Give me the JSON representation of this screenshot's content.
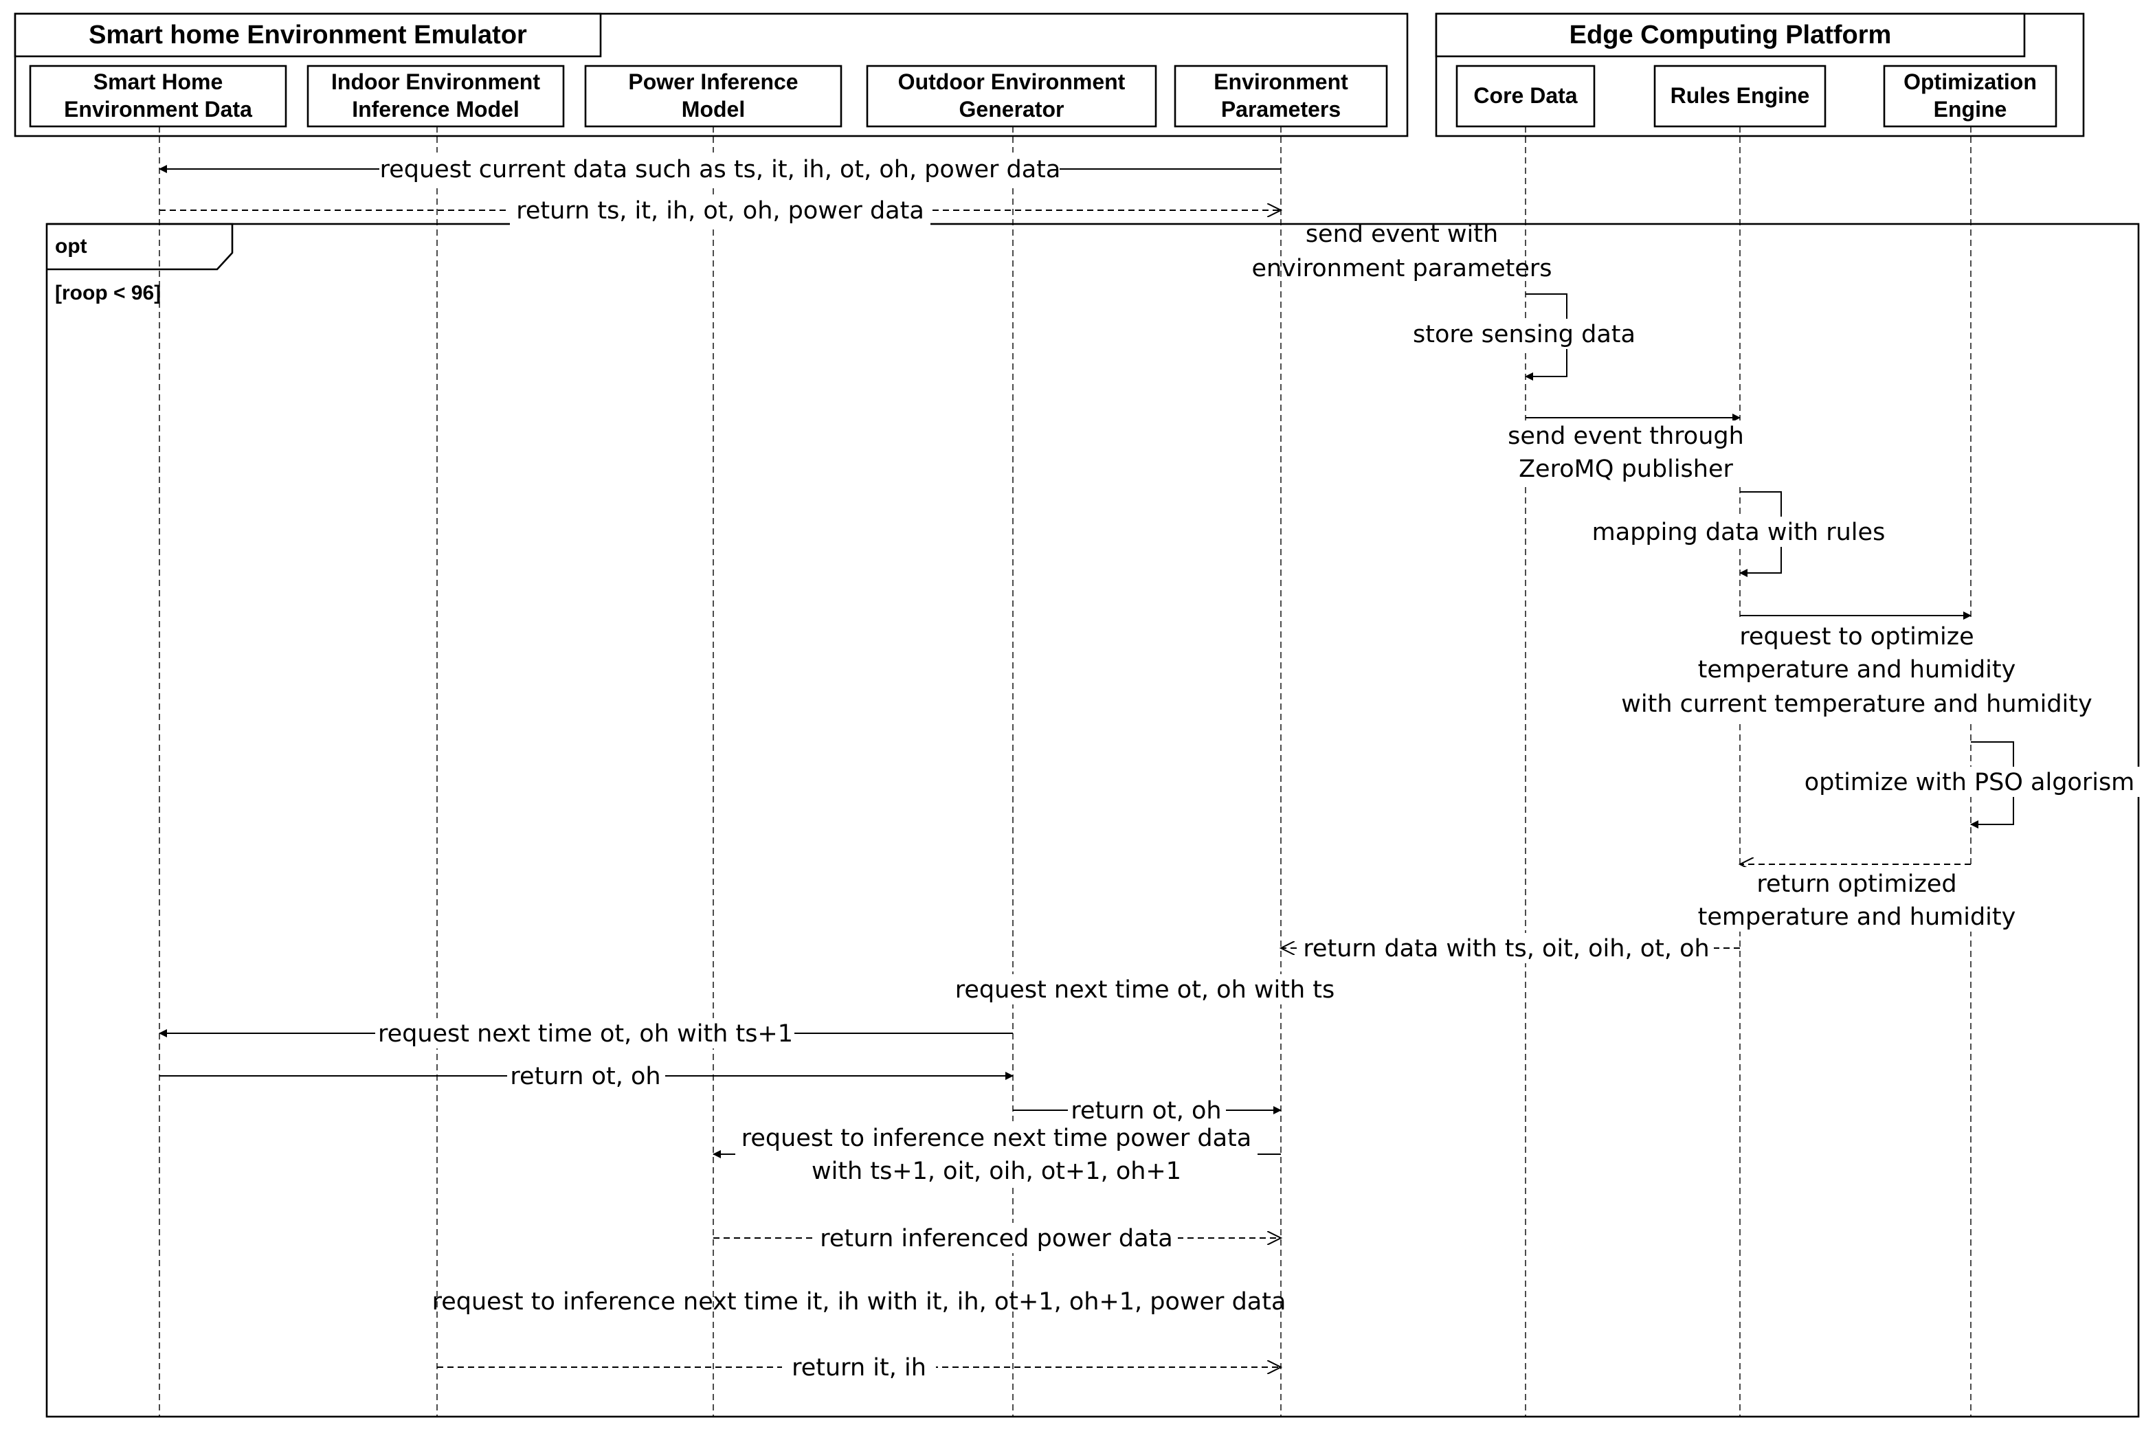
{
  "groups": [
    {
      "id": "emulator",
      "title": "Smart home Environment Emulator"
    },
    {
      "id": "edge",
      "title": "Edge Computing Platform"
    }
  ],
  "participants": [
    {
      "id": "p1",
      "group": "emulator",
      "lines": [
        "Smart Home",
        "Environment Data"
      ]
    },
    {
      "id": "p2",
      "group": "emulator",
      "lines": [
        "Indoor Environment",
        "Inference Model"
      ]
    },
    {
      "id": "p3",
      "group": "emulator",
      "lines": [
        "Power Inference",
        "Model"
      ]
    },
    {
      "id": "p4",
      "group": "emulator",
      "lines": [
        "Outdoor Environment",
        "Generator"
      ]
    },
    {
      "id": "p5",
      "group": "emulator",
      "lines": [
        "Environment",
        "Parameters"
      ]
    },
    {
      "id": "p6",
      "group": "edge",
      "lines": [
        "Core Data"
      ]
    },
    {
      "id": "p7",
      "group": "edge",
      "lines": [
        "Rules Engine"
      ]
    },
    {
      "id": "p8",
      "group": "edge",
      "lines": [
        "Optimization",
        "Engine"
      ]
    }
  ],
  "fragment": {
    "operator": "opt",
    "guard": "[roop < 96]"
  },
  "messages": [
    {
      "from": "p5",
      "to": "p1",
      "style": "solid",
      "lines": [
        "request current data such as ts, it, ih, ot, oh, power data"
      ]
    },
    {
      "from": "p1",
      "to": "p5",
      "style": "dashed",
      "lines": [
        "return  ts, it, ih, ot, oh, power data"
      ]
    },
    {
      "from": "p5",
      "to": "p6",
      "style": "none",
      "lines": [
        "send event with",
        "environment parameters"
      ]
    },
    {
      "from": "p6",
      "to": "p6",
      "style": "self",
      "lines": [
        "store sensing data"
      ]
    },
    {
      "from": "p6",
      "to": "p7",
      "style": "solid",
      "lines": [
        "send event through",
        "ZeroMQ publisher"
      ]
    },
    {
      "from": "p7",
      "to": "p7",
      "style": "self",
      "lines": [
        "mapping data with rules"
      ]
    },
    {
      "from": "p7",
      "to": "p8",
      "style": "solid",
      "lines": [
        "request to optimize",
        "temperature and humidity",
        "with current temperature and humidity"
      ]
    },
    {
      "from": "p8",
      "to": "p8",
      "style": "self",
      "lines": [
        "optimize with PSO algorism"
      ]
    },
    {
      "from": "p8",
      "to": "p7",
      "style": "dashed",
      "lines": [
        "return optimized",
        "temperature and humidity"
      ]
    },
    {
      "from": "p7",
      "to": "p5",
      "style": "dashed",
      "lines": [
        "return data with ts, oit, oih, ot, oh"
      ]
    },
    {
      "from": "p5",
      "to": "p4",
      "style": "none",
      "lines": [
        "request next time ot, oh with ts"
      ]
    },
    {
      "from": "p4",
      "to": "p1",
      "style": "solid",
      "lines": [
        "request next time ot, oh with ts+1"
      ]
    },
    {
      "from": "p1",
      "to": "p4",
      "style": "solid",
      "lines": [
        "return ot, oh"
      ]
    },
    {
      "from": "p4",
      "to": "p5",
      "style": "solid",
      "lines": [
        "return ot, oh"
      ]
    },
    {
      "from": "p5",
      "to": "p3",
      "style": "solid",
      "lines": [
        "request to inference next time power data",
        "with ts+1, oit, oih, ot+1, oh+1"
      ]
    },
    {
      "from": "p3",
      "to": "p5",
      "style": "dashed",
      "lines": [
        "return inferenced power data"
      ]
    },
    {
      "from": "p5",
      "to": "p2",
      "style": "none",
      "lines": [
        "request to inference next time it, ih with it, ih, ot+1, oh+1, power data"
      ]
    },
    {
      "from": "p2",
      "to": "p5",
      "style": "dashed",
      "lines": [
        "return it, ih"
      ]
    }
  ]
}
